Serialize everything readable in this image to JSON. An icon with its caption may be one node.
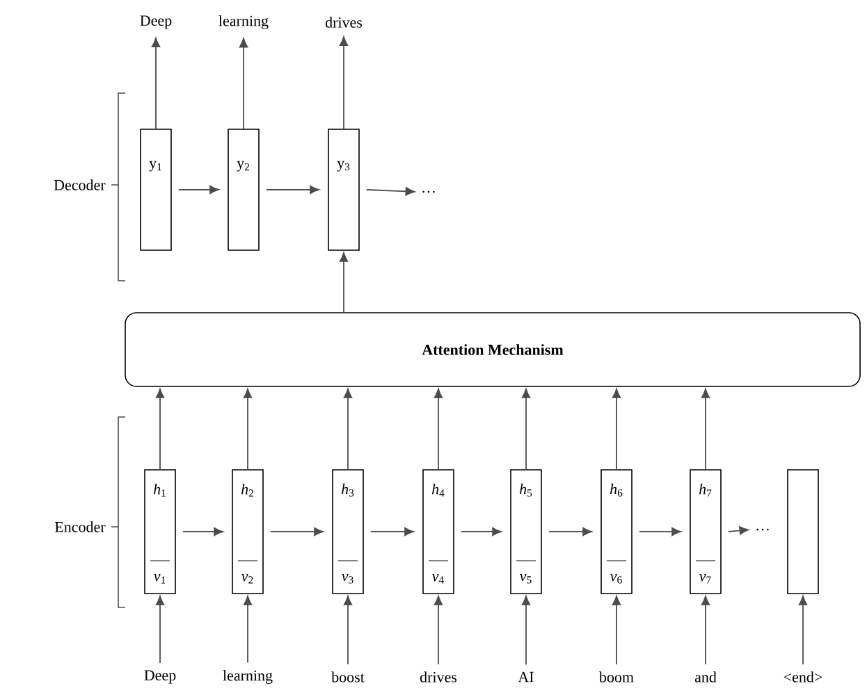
{
  "diagram": {
    "nodes": [
      {
        "text": [
          "Deep"
        ]
      },
      {
        "text": [
          "learning"
        ]
      },
      {
        "text": [
          "drives"
        ]
      },
      {
        "text": [
          "y$_{1}$"
        ]
      },
      {
        "text": [
          "y$_{2}$"
        ]
      },
      {
        "text": [
          "y$_{3}$"
        ]
      },
      {
        "text": [
          "…"
        ]
      },
      {
        "text": [
          "Attention Mechanism"
        ]
      },
      {
        "text": [
          "*h*$_{1}$",
          "*v*$_{1}$"
        ]
      },
      {
        "text": [
          "*h*$_{2}$",
          "*v*$_{2}$"
        ]
      },
      {
        "text": [
          "*h*$_{3}$",
          "*v*$_{3}$"
        ]
      },
      {
        "text": [
          "*h*$_{4}$",
          "*v*$_{4}$"
        ]
      },
      {
        "text": [
          "*h*$_{5}$",
          "*v*$_{5}$"
        ]
      },
      {
        "text": [
          "*h*$_{6}$",
          "*v*$_{6}$"
        ]
      },
      {
        "text": [
          "*h*$_{7}$",
          "*v*$_{7}$"
        ]
      },
      {
        "text": [],
        "shape": "box"
      },
      {
        "text": [
          "…"
        ]
      },
      {
        "text": [
          "Deep"
        ]
      },
      {
        "text": [
          "learning"
        ]
      },
      {
        "text": [
          "boost"
        ]
      },
      {
        "text": [
          "drives"
        ]
      },
      {
        "text": [
          "AI"
        ]
      },
      {
        "text": [
          "boom"
        ]
      },
      {
        "text": [
          "and"
        ]
      },
      {
        "text": [
          "<end>"
        ]
      }
    ],
    "edges": [
      {
        "from": 3,
        "to": 0,
        "arrow": "to"
      },
      {
        "from": 4,
        "to": 1,
        "arrow": "to"
      },
      {
        "from": 5,
        "to": 2,
        "arrow": "to"
      },
      {
        "from": 3,
        "to": 4,
        "arrow": "to"
      },
      {
        "from": 4,
        "to": 5,
        "arrow": "to"
      },
      {
        "from": 5,
        "to": 6,
        "arrow": "to"
      },
      {
        "from": 7,
        "to": 5,
        "arrow": "to"
      },
      {
        "from": 8,
        "to": 7,
        "arrow": "to"
      },
      {
        "from": 9,
        "to": 7,
        "arrow": "to"
      },
      {
        "from": 10,
        "to": 7,
        "arrow": "to"
      },
      {
        "from": 11,
        "to": 7,
        "arrow": "to"
      },
      {
        "from": 12,
        "to": 7,
        "arrow": "to"
      },
      {
        "from": 13,
        "to": 7,
        "arrow": "to"
      },
      {
        "from": 14,
        "to": 7,
        "arrow": "to"
      },
      {
        "from": 8,
        "to": 9,
        "arrow": "to"
      },
      {
        "from": 9,
        "to": 10,
        "arrow": "to"
      },
      {
        "from": 10,
        "to": 11,
        "arrow": "to"
      },
      {
        "from": 11,
        "to": 12,
        "arrow": "to"
      },
      {
        "from": 12,
        "to": 13,
        "arrow": "to"
      },
      {
        "from": 13,
        "to": 14,
        "arrow": "to"
      },
      {
        "from": 14,
        "to": 16,
        "arrow": "to"
      },
      {
        "from": 17,
        "to": 8,
        "arrow": "to"
      },
      {
        "from": 18,
        "to": 9,
        "arrow": "to"
      },
      {
        "from": 19,
        "to": 10,
        "arrow": "to"
      },
      {
        "from": 20,
        "to": 11,
        "arrow": "to"
      },
      {
        "from": 21,
        "to": 12,
        "arrow": "to"
      },
      {
        "from": 22,
        "to": 13,
        "arrow": "to"
      },
      {
        "from": 23,
        "to": 14,
        "arrow": "to"
      },
      {
        "from": 24,
        "to": 15,
        "arrow": "to"
      }
    ],
    "labels": [
      "Decoder",
      "Encoder"
    ]
  }
}
